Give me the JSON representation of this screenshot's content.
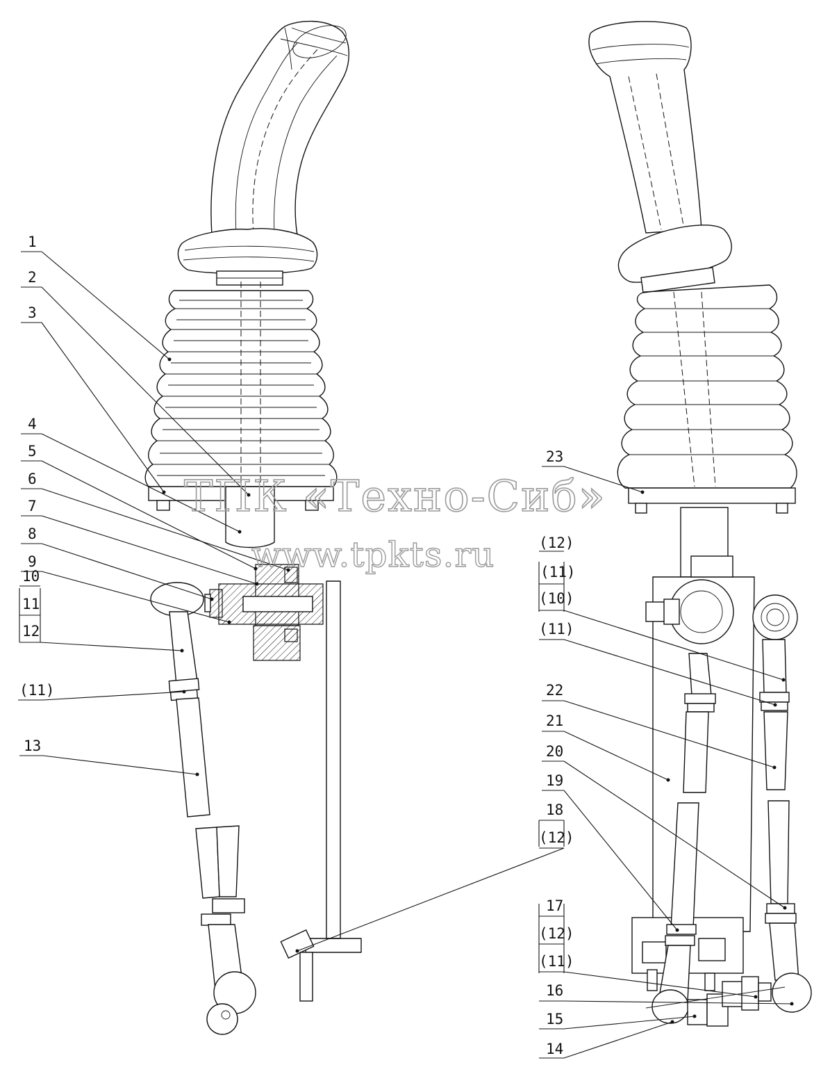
{
  "watermark": {
    "line1": "ТПК «Техно-Сиб»",
    "line2": "www.tpkts.ru"
  },
  "left_callouts": [
    "1",
    "2",
    "3",
    "4",
    "5",
    "6",
    "7",
    "8",
    "9",
    "10",
    "11",
    "12",
    "(11)",
    "13"
  ],
  "right_callouts": [
    "(12)",
    "(11)",
    "(10)",
    "(11)",
    "22",
    "21",
    "20",
    "19",
    "23",
    "18",
    "(12)",
    "17",
    "(12)",
    "(11)",
    "16",
    "15",
    "14"
  ]
}
